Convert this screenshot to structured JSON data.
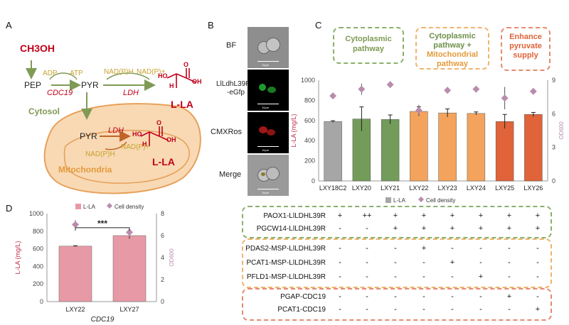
{
  "panel_letters": {
    "a": "A",
    "b": "B",
    "c": "C",
    "d": "D"
  },
  "panel_a": {
    "methanol": "CH3OH",
    "pep": "PEP",
    "adp": "ADP",
    "atp": "ATP",
    "pyr_cytosol": "PYR",
    "cdc19": "CDC19",
    "nadph_1": "NAD(P)H",
    "nadp_1": "NAD(P)+",
    "ldh_1": "LDH",
    "cytosol": "Cytosol",
    "pyr_mito": "PYR",
    "ldh_2": "LDH",
    "nadph_2": "NAD(P)H",
    "nadp_2": "NAD(P)+",
    "mitochondria": "Mitochondria",
    "lla_1": "L-LA",
    "lla_2": "L-LA",
    "ho": "HO",
    "h": "H",
    "oh": "OH",
    "o": "O"
  },
  "panel_b": {
    "bf": "BF",
    "gfp_line1": "LlLdhL39R",
    "gfp_line2": "-eGfp",
    "cmxros": "CMXRos",
    "merge": "Merge",
    "scale": "10μm"
  },
  "colors": {
    "gray": "#a6a6a6",
    "green": "#739c5a",
    "orange": "#f4a35c",
    "red_orange": "#e0633a",
    "pink": "#e79aa5",
    "diamond": "#b98cad",
    "dark_red": "#c0001a",
    "olive": "#7f9a55",
    "gold": "#c8a22b",
    "mito_fill": "#f8d9b4",
    "mito_stroke": "#e7a15a"
  },
  "panel_c": {
    "boxes": [
      {
        "text": "Cytoplasmic pathway"
      },
      {
        "text": "Cytoplasmic pathway +",
        "text2": "Mitochondrial pathway"
      },
      {
        "text": "Enhance pyruvate",
        "text2": "supply"
      }
    ],
    "legend": {
      "lla": "L-LA",
      "cell_density": "Cell density"
    }
  },
  "chart_data": [
    {
      "type": "bar",
      "categories": [
        "LXY18C2",
        "LXY20",
        "LXY21",
        "LXY22",
        "LXY23",
        "LXY24",
        "LXY25",
        "LXY26"
      ],
      "series": [
        {
          "name": "L-LA",
          "values": [
            590,
            615,
            610,
            690,
            675,
            670,
            590,
            660
          ],
          "errors": [
            8,
            120,
            45,
            45,
            40,
            15,
            70,
            20
          ],
          "axis": "left"
        },
        {
          "name": "Cell density",
          "values": [
            7.6,
            8.2,
            8.6,
            6.3,
            8.1,
            8.2,
            7.4,
            8.0
          ],
          "errors": [
            0,
            0.5,
            0.3,
            0.5,
            0.3,
            0.3,
            1.0,
            0
          ],
          "axis": "right"
        }
      ],
      "ylabel": "L-LA (mg/L)",
      "y2label": "OD600",
      "ylim": [
        0,
        1000
      ],
      "y2lim": [
        0,
        9
      ],
      "yticks": [
        0,
        200,
        400,
        600,
        800,
        1000
      ],
      "y2ticks": [
        0,
        3,
        6,
        9
      ],
      "legend": "bottom",
      "grid": false
    },
    {
      "type": "bar",
      "categories": [
        "LXY22",
        "LXY27"
      ],
      "series": [
        {
          "name": "L-LA",
          "values": [
            630,
            750
          ],
          "errors": [
            5,
            35
          ],
          "axis": "left"
        },
        {
          "name": "Cell density",
          "values": [
            7.0,
            6.3
          ],
          "errors": [
            0.4,
            0.4
          ],
          "axis": "right"
        }
      ],
      "ylabel": "L-LA (mg/L)",
      "y2label": "OD600",
      "xlabel": "CDC19",
      "ylim": [
        0,
        1000
      ],
      "y2lim": [
        0,
        8
      ],
      "yticks": [
        0,
        200,
        400,
        600,
        800,
        1000
      ],
      "y2ticks": [
        0,
        2,
        4,
        6,
        8
      ],
      "significance": "***",
      "legend": "top",
      "grid": false
    }
  ],
  "panel_table": {
    "rows": [
      {
        "label": "PAOX1-LlLDHL39R",
        "cells": [
          "+",
          "++",
          "+",
          "+",
          "+",
          "+",
          "+",
          "+"
        ]
      },
      {
        "label": "PGCW14-LlLDHL39R",
        "cells": [
          "-",
          "-",
          "+",
          "+",
          "+",
          "+",
          "+",
          "+"
        ]
      },
      {
        "label": "PDAS2-MSP-LlLDHL39R",
        "cells": [
          "-",
          "-",
          "-",
          "+",
          "-",
          "-",
          "-",
          "-"
        ]
      },
      {
        "label": "PCAT1-MSP-LlLDHL39R",
        "cells": [
          "-",
          "-",
          "-",
          "-",
          "+",
          "-",
          "-",
          "-"
        ]
      },
      {
        "label": "PFLD1-MSP-LlLDHL39R",
        "cells": [
          "-",
          "-",
          "-",
          "-",
          "-",
          "+",
          "-",
          "-"
        ]
      },
      {
        "label": "PGAP-CDC19",
        "cells": [
          "-",
          "-",
          "-",
          "-",
          "-",
          "-",
          "+",
          "-"
        ]
      },
      {
        "label": "PCAT1-CDC19",
        "cells": [
          "-",
          "-",
          "-",
          "-",
          "-",
          "-",
          "-",
          "+"
        ]
      }
    ]
  }
}
